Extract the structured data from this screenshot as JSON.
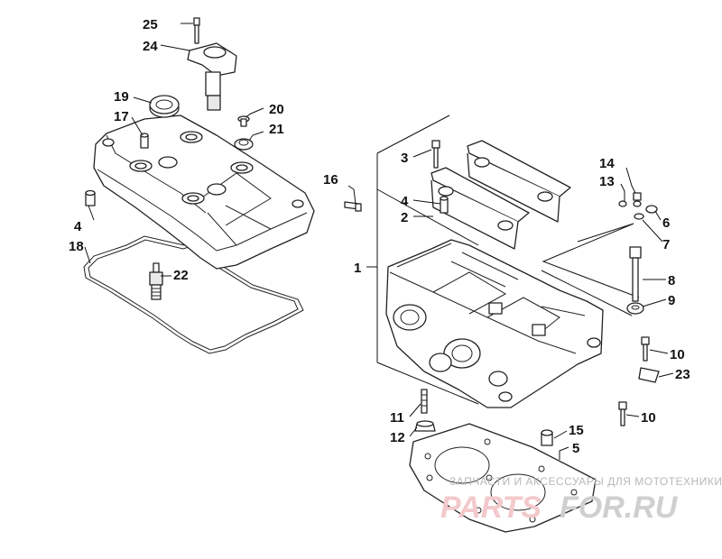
{
  "callouts": [
    {
      "id": "25",
      "text": "25"
    },
    {
      "id": "24",
      "text": "24"
    },
    {
      "id": "19",
      "text": "19"
    },
    {
      "id": "17",
      "text": "17"
    },
    {
      "id": "20",
      "text": "20"
    },
    {
      "id": "21",
      "text": "21"
    },
    {
      "id": "4a",
      "text": "4"
    },
    {
      "id": "18",
      "text": "18"
    },
    {
      "id": "22",
      "text": "22"
    },
    {
      "id": "16",
      "text": "16"
    },
    {
      "id": "1",
      "text": "1"
    },
    {
      "id": "3",
      "text": "3"
    },
    {
      "id": "4b",
      "text": "4"
    },
    {
      "id": "2",
      "text": "2"
    },
    {
      "id": "14",
      "text": "14"
    },
    {
      "id": "13",
      "text": "13"
    },
    {
      "id": "6",
      "text": "6"
    },
    {
      "id": "7",
      "text": "7"
    },
    {
      "id": "8",
      "text": "8"
    },
    {
      "id": "9",
      "text": "9"
    },
    {
      "id": "10a",
      "text": "10"
    },
    {
      "id": "23",
      "text": "23"
    },
    {
      "id": "10b",
      "text": "10"
    },
    {
      "id": "11",
      "text": "11"
    },
    {
      "id": "12",
      "text": "12"
    },
    {
      "id": "15",
      "text": "15"
    },
    {
      "id": "5",
      "text": "5"
    }
  ],
  "watermark": {
    "tagline": "ЗАПЧАСТИ И АКСЕССУАРЫ ДЛЯ МОТОТЕХНИКИ",
    "brand_left": "PARTS",
    "brand_right": "FOR.RU"
  },
  "colors": {
    "line": "#222222",
    "watermark_red": "#f3c9cc",
    "watermark_gray": "#cfcfcf"
  }
}
